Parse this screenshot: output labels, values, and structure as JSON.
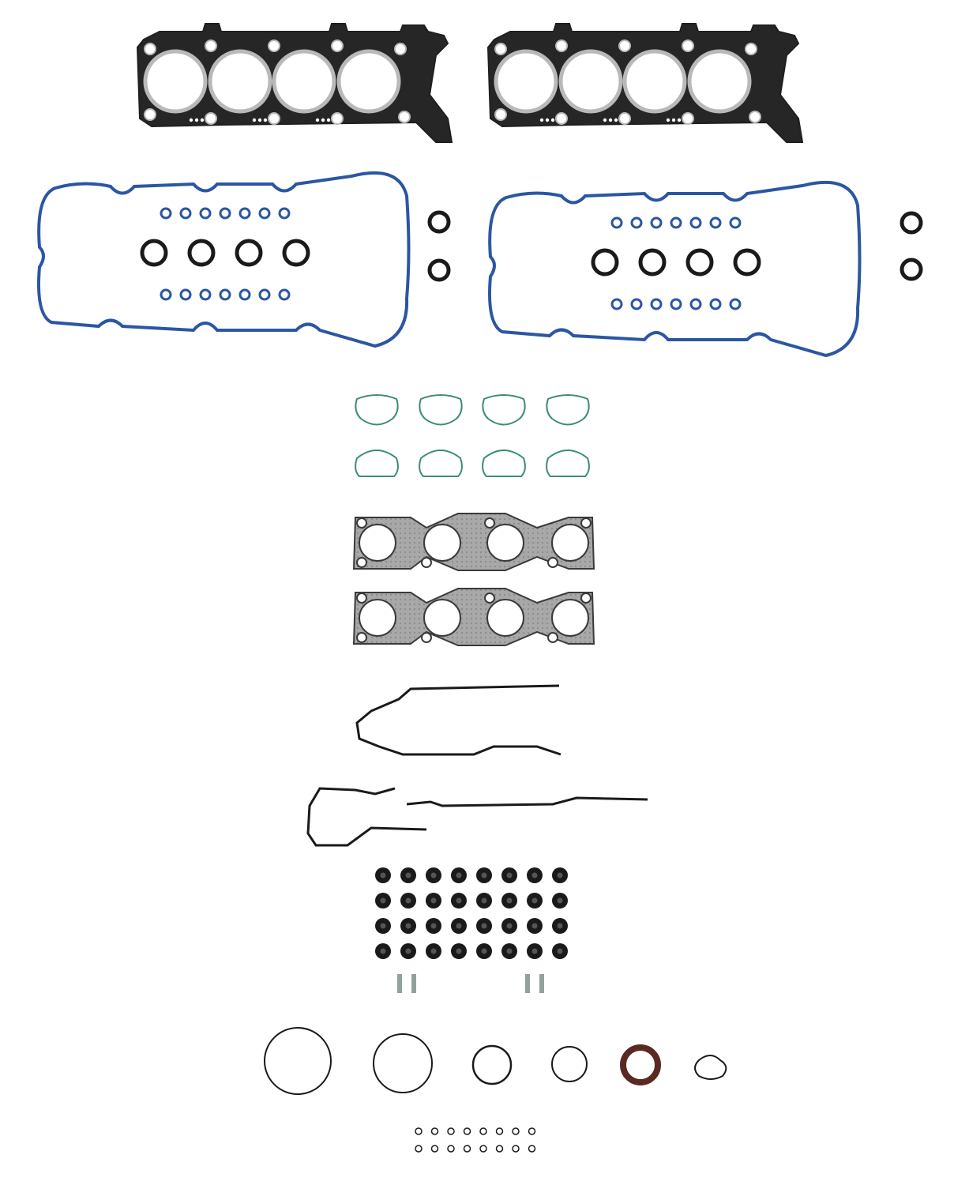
{
  "product": {
    "kind": "engine gasket kit",
    "background": "#ffffff"
  },
  "colors": {
    "head_gasket": "#1f1f1f",
    "head_gasket_fill": "#262626",
    "steel": "#b9b9b9",
    "valve_cover_blue": "#2b56a3",
    "intake_green": "#3c8c78",
    "exhaust_gray": "#9a9a9a",
    "exhaust_dark": "#3a3a3a",
    "rubber_black": "#1a1a1a",
    "crank_seal_brown": "#5a2a22",
    "guide_clip": "#8fa39a"
  },
  "counts": {
    "head_gaskets": 2,
    "valve_cover_gaskets": 2,
    "spark_plug_tube_seals_per_side": 4,
    "small_orings_per_row": 7,
    "intake_gaskets": 8,
    "exhaust_manifold_gaskets": 2,
    "valve_stem_seals": 32,
    "retainer_clips": 4,
    "large_orings": 6,
    "tiny_orings": 16
  }
}
